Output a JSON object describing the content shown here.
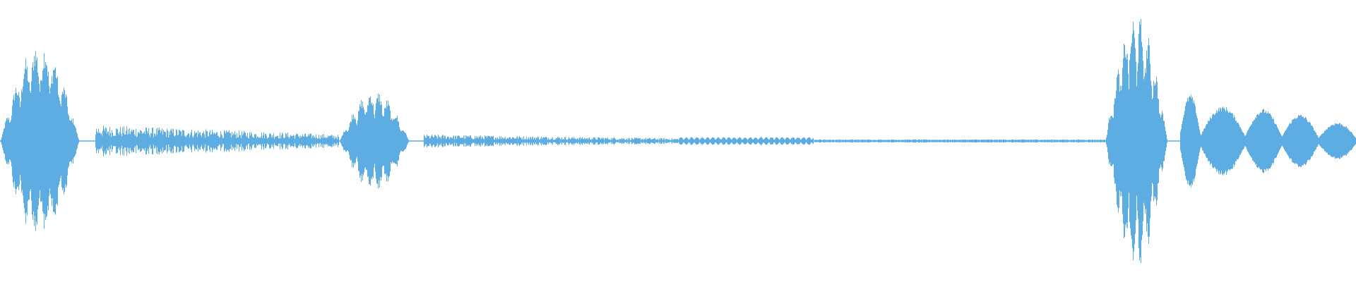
{
  "waveform": {
    "color": "#5dade2",
    "segments": [
      {
        "start": 0.0,
        "end": 0.07,
        "peak": 0.74,
        "kind": "bursty"
      },
      {
        "start": 0.07,
        "end": 0.25,
        "peak": 0.12,
        "kind": "noise"
      },
      {
        "start": 0.25,
        "end": 0.312,
        "peak": 0.38,
        "kind": "bursty"
      },
      {
        "start": 0.312,
        "end": 0.5,
        "peak": 0.05,
        "kind": "noise"
      },
      {
        "start": 0.5,
        "end": 0.6,
        "peak": 0.03,
        "kind": "dotted"
      },
      {
        "start": 0.6,
        "end": 0.815,
        "peak": 0.012,
        "kind": "flat"
      },
      {
        "start": 0.815,
        "end": 0.87,
        "peak": 0.95,
        "kind": "bursty"
      },
      {
        "start": 0.87,
        "end": 0.885,
        "peak": 0.35,
        "kind": "lobe"
      },
      {
        "start": 0.885,
        "end": 0.918,
        "peak": 0.26,
        "kind": "lobe"
      },
      {
        "start": 0.918,
        "end": 0.945,
        "peak": 0.24,
        "kind": "lobe"
      },
      {
        "start": 0.945,
        "end": 0.972,
        "peak": 0.2,
        "kind": "lobe"
      },
      {
        "start": 0.972,
        "end": 1.0,
        "peak": 0.14,
        "kind": "lobe"
      }
    ]
  }
}
